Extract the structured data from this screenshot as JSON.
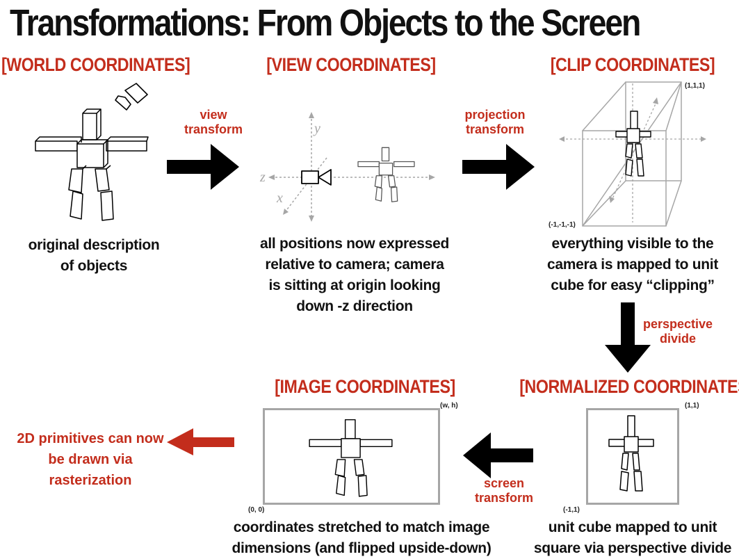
{
  "title": "Transformations: From Objects to the Screen",
  "sections": {
    "world": {
      "heading": "[WORLD COORDINATES]",
      "description": [
        "original description",
        "of objects"
      ]
    },
    "view": {
      "heading": "[VIEW COORDINATES]",
      "description": [
        "all positions now expressed",
        "relative to camera; camera",
        "is sitting at origin looking",
        "down -z direction"
      ],
      "axes": {
        "y": "y",
        "z": "z",
        "x": "x"
      }
    },
    "clip": {
      "heading": "[CLIP COORDINATES]",
      "description": [
        "everything visible to the",
        "camera is mapped to unit",
        "cube for easy “clipping”"
      ],
      "corner_max": "(1,1,1)",
      "corner_min": "(-1,-1,-1)"
    },
    "normalized": {
      "heading": "[NORMALIZED COORDINATES]",
      "description": [
        "unit cube mapped to unit",
        "square via perspective divide"
      ],
      "corner_max": "(1,1)",
      "corner_min": "(-1,1)"
    },
    "image": {
      "heading": "[IMAGE COORDINATES]",
      "description": [
        "coordinates stretched to match image",
        "dimensions (and flipped upside-down)"
      ],
      "corner_max": "(w, h)",
      "corner_min": "(0, 0)"
    }
  },
  "transforms": {
    "view": [
      "view",
      "transform"
    ],
    "projection": [
      "projection",
      "transform"
    ],
    "perspective": [
      "perspective",
      "divide"
    ],
    "screen": [
      "screen",
      "transform"
    ]
  },
  "final_note": [
    "2D primitives can now",
    "be drawn via",
    "rasterization"
  ],
  "colors": {
    "accent": "#c32d1c",
    "arrow": "#000000",
    "frame": "#a6a6a6",
    "axis": "#a6a6a6"
  }
}
